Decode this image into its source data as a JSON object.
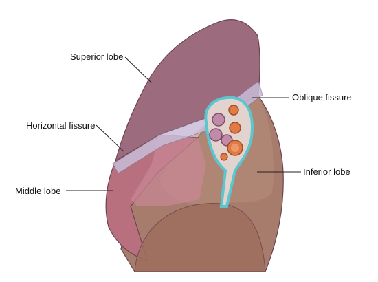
{
  "labels": {
    "superior_lobe": "Superior lobe",
    "horizontal_fissure": "Horizontal fissure",
    "middle_lobe": "Middle lobe",
    "oblique_fissure": "Oblique fissure",
    "inferior_lobe": "Inferior lobe"
  },
  "colors": {
    "superior_lobe": "#9c6b7e",
    "middle_lobe": "#b86f7e",
    "inferior_lobe": "#a77c6c",
    "fissure_band": "#c9bdd8",
    "outline": "#6b4450",
    "hilum_outline": "#5cc6cf",
    "pulmonary_artery": "#e07b45",
    "pulmonary_vein": "#c08aa8",
    "leader_line": "#222222"
  }
}
